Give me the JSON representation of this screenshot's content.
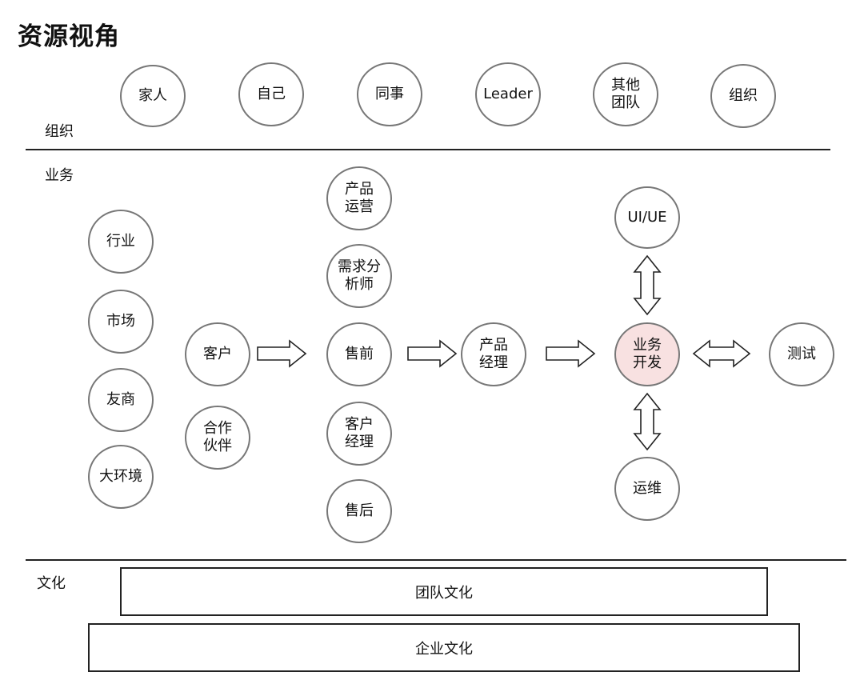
{
  "title": "资源视角",
  "sections": {
    "org": "组织",
    "business": "业务",
    "culture": "文化"
  },
  "org_row": [
    "家人",
    "自己",
    "同事",
    "Leader",
    "其他\n团队",
    "组织"
  ],
  "business": {
    "environment": [
      "行业",
      "市场",
      "友商",
      "大环境"
    ],
    "partners": [
      "客户",
      "合作\n伙伴"
    ],
    "front_roles": [
      "产品\n运营",
      "需求分\n析师",
      "售前",
      "客户\n经理",
      "售后"
    ],
    "product_manager": "产品\n经理",
    "dev": "业务\n开发",
    "ui": "UI/UE",
    "ops": "运维",
    "test": "测试"
  },
  "culture": {
    "team": "团队文化",
    "enterprise": "企业文化"
  },
  "colors": {
    "node_border": "#777777",
    "highlight_fill": "#f8e1e1",
    "line": "#222222"
  }
}
